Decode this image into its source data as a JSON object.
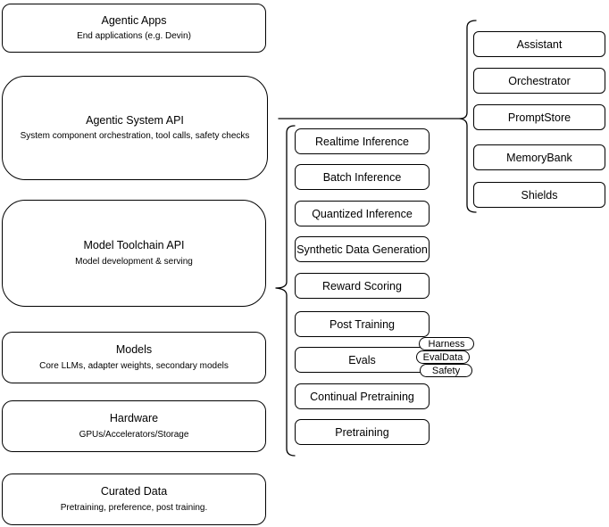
{
  "diagram": {
    "left_stack": [
      {
        "title": "Agentic Apps",
        "subtitle": "End applications (e.g. Devin)"
      },
      {
        "title": "Agentic System API",
        "subtitle": "System component orchestration, tool calls, safety checks"
      },
      {
        "title": "Model Toolchain API",
        "subtitle": "Model development & serving"
      },
      {
        "title": "Models",
        "subtitle": "Core LLMs, adapter weights, secondary models"
      },
      {
        "title": "Hardware",
        "subtitle": "GPUs/Accelerators/Storage"
      },
      {
        "title": "Curated Data",
        "subtitle": "Pretraining, preference, post training."
      }
    ],
    "toolchain_items": [
      "Realtime Inference",
      "Batch Inference",
      "Quantized Inference",
      "Synthetic Data Generation",
      "Reward Scoring",
      "Post Training",
      "Evals",
      "Continual Pretraining",
      "Pretraining"
    ],
    "eval_tags": [
      "Harness",
      "EvalData",
      "Safety"
    ],
    "system_components": [
      "Assistant",
      "Orchestrator",
      "PromptStore",
      "MemoryBank",
      "Shields"
    ],
    "colors": {
      "stroke": "#000000",
      "fill": "#ffffff"
    }
  }
}
